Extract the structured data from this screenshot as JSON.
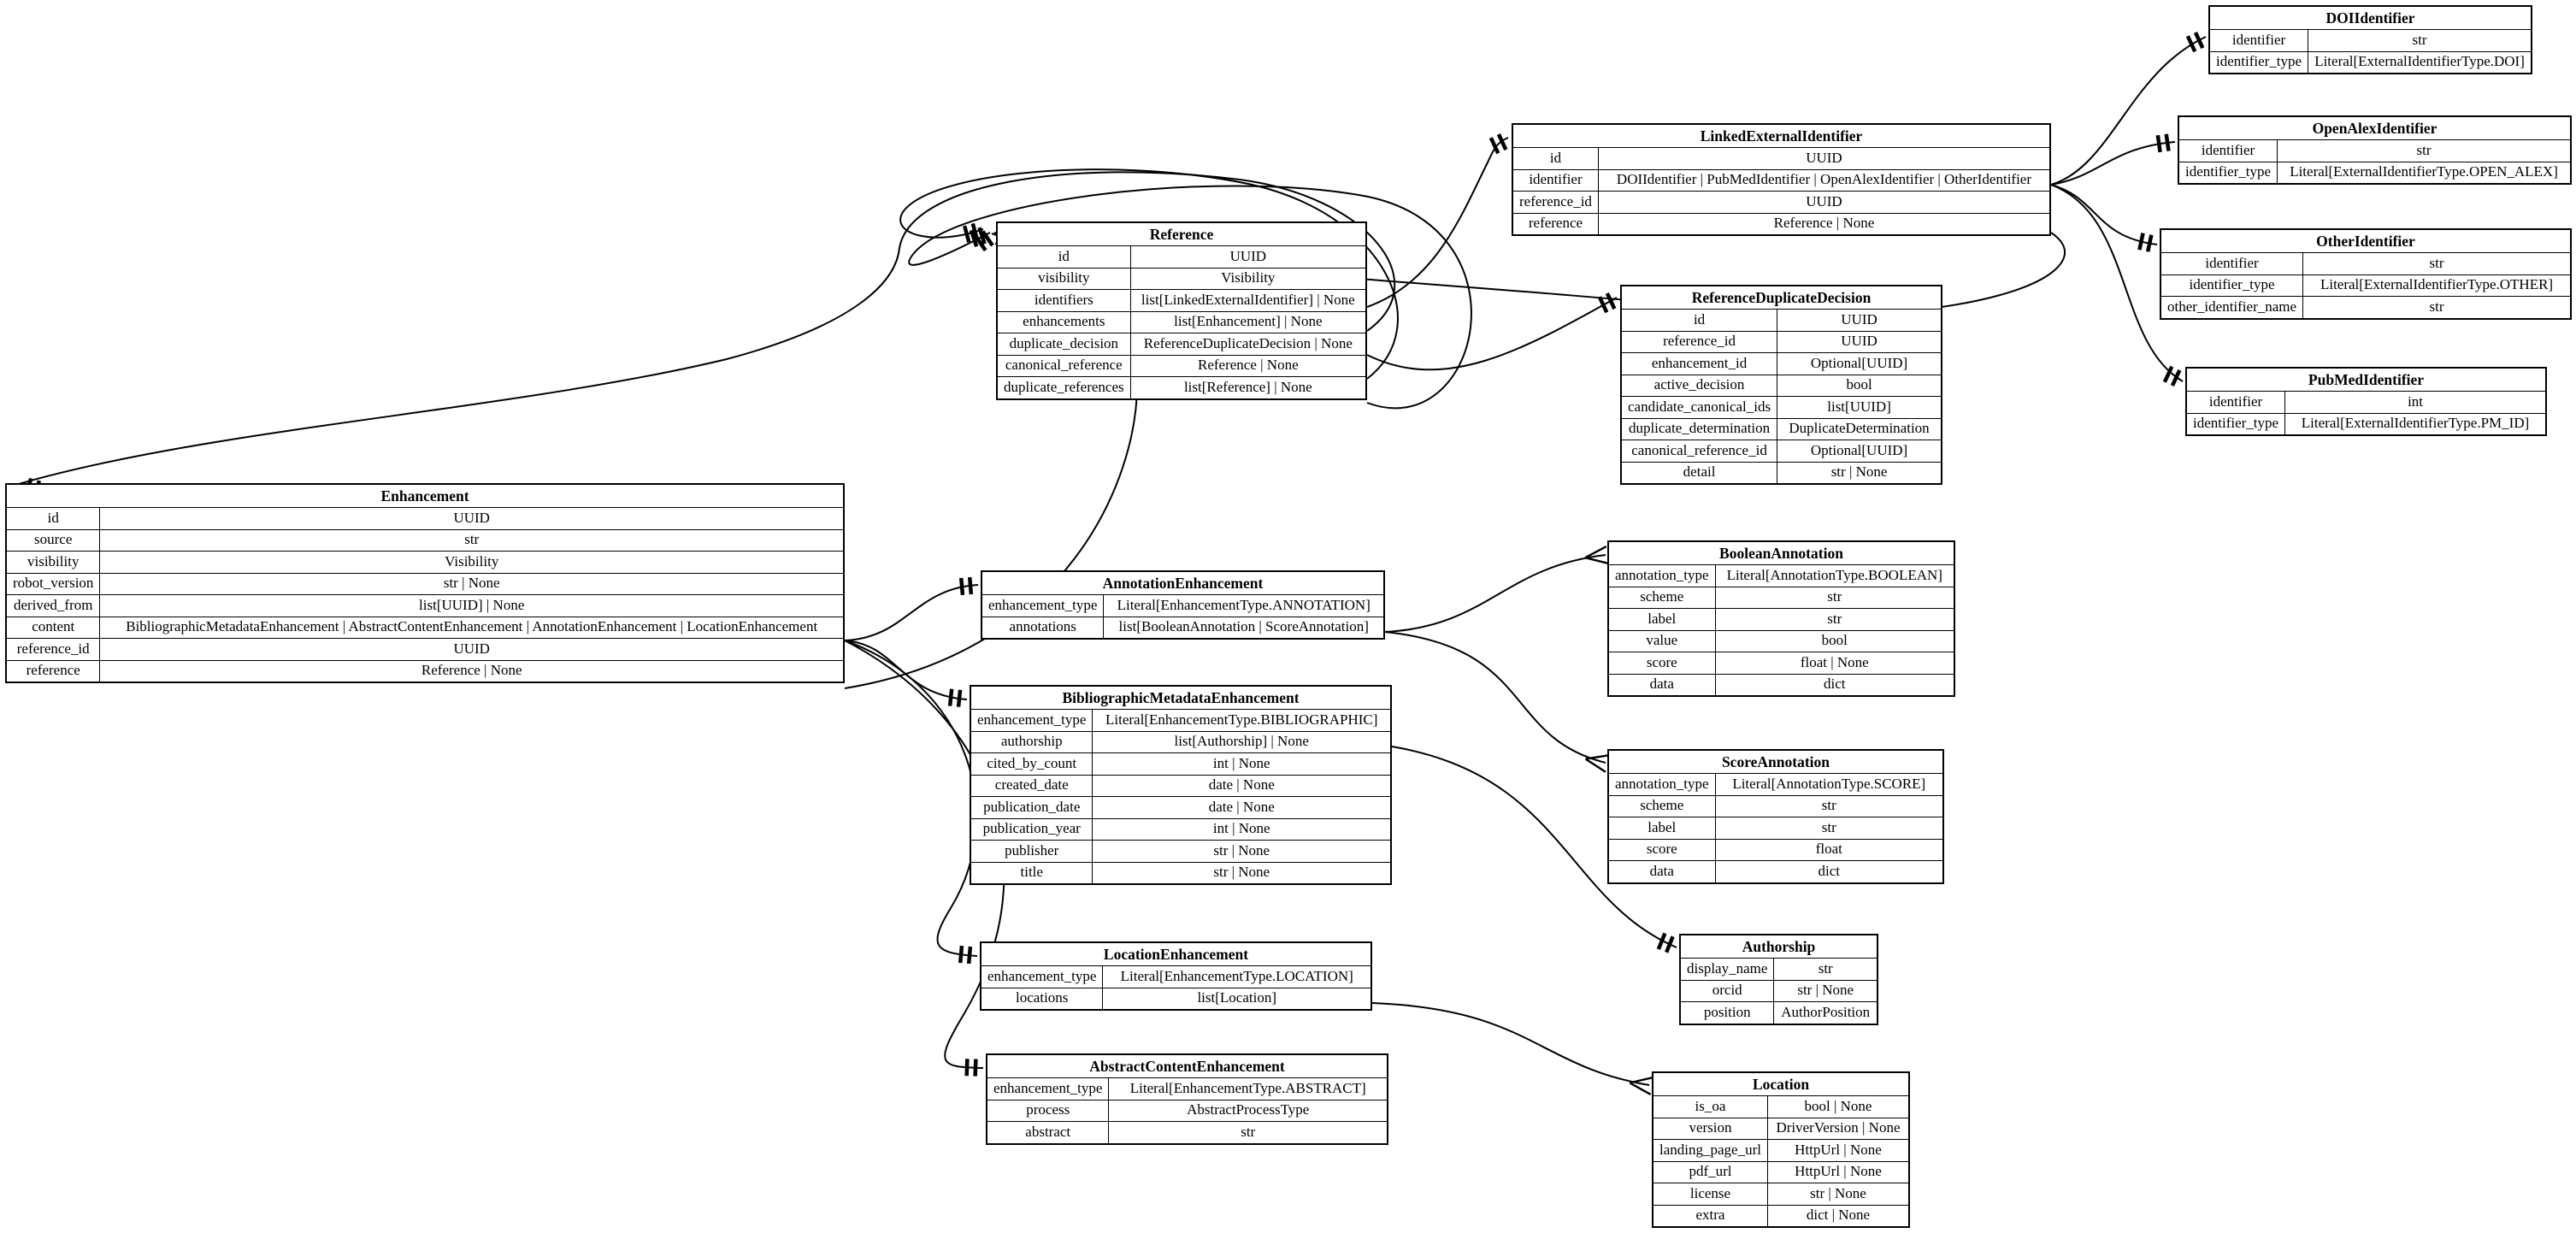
{
  "diagram": {
    "background_color": "#ffffff",
    "line_color": "#000000",
    "entities": [
      {
        "id": "reference",
        "title": "Reference",
        "fields": [
          [
            "id",
            "UUID"
          ],
          [
            "visibility",
            "Visibility"
          ],
          [
            "identifiers",
            "list[LinkedExternalIdentifier] | None"
          ],
          [
            "enhancements",
            "list[Enhancement] | None"
          ],
          [
            "duplicate_decision",
            "ReferenceDuplicateDecision | None"
          ],
          [
            "canonical_reference",
            "Reference | None"
          ],
          [
            "duplicate_references",
            "list[Reference] | None"
          ]
        ]
      },
      {
        "id": "linked-external-identifier",
        "title": "LinkedExternalIdentifier",
        "fields": [
          [
            "id",
            "UUID"
          ],
          [
            "identifier",
            "DOIIdentifier | PubMedIdentifier | OpenAlexIdentifier | OtherIdentifier"
          ],
          [
            "reference_id",
            "UUID"
          ],
          [
            "reference",
            "Reference | None"
          ]
        ]
      },
      {
        "id": "doi-identifier",
        "title": "DOIIdentifier",
        "fields": [
          [
            "identifier",
            "str"
          ],
          [
            "identifier_type",
            "Literal[ExternalIdentifierType.DOI]"
          ]
        ]
      },
      {
        "id": "open-alex-identifier",
        "title": "OpenAlexIdentifier",
        "fields": [
          [
            "identifier",
            "str"
          ],
          [
            "identifier_type",
            "Literal[ExternalIdentifierType.OPEN_ALEX]"
          ]
        ]
      },
      {
        "id": "other-identifier",
        "title": "OtherIdentifier",
        "fields": [
          [
            "identifier",
            "str"
          ],
          [
            "identifier_type",
            "Literal[ExternalIdentifierType.OTHER]"
          ],
          [
            "other_identifier_name",
            "str"
          ]
        ]
      },
      {
        "id": "pubmed-identifier",
        "title": "PubMedIdentifier",
        "fields": [
          [
            "identifier",
            "int"
          ],
          [
            "identifier_type",
            "Literal[ExternalIdentifierType.PM_ID]"
          ]
        ]
      },
      {
        "id": "reference-duplicate-decision",
        "title": "ReferenceDuplicateDecision",
        "fields": [
          [
            "id",
            "UUID"
          ],
          [
            "reference_id",
            "UUID"
          ],
          [
            "enhancement_id",
            "Optional[UUID]"
          ],
          [
            "active_decision",
            "bool"
          ],
          [
            "candidate_canonical_ids",
            "list[UUID]"
          ],
          [
            "duplicate_determination",
            "DuplicateDetermination"
          ],
          [
            "canonical_reference_id",
            "Optional[UUID]"
          ],
          [
            "detail",
            "str | None"
          ]
        ]
      },
      {
        "id": "enhancement",
        "title": "Enhancement",
        "fields": [
          [
            "id",
            "UUID"
          ],
          [
            "source",
            "str"
          ],
          [
            "visibility",
            "Visibility"
          ],
          [
            "robot_version",
            "str | None"
          ],
          [
            "derived_from",
            "list[UUID] | None"
          ],
          [
            "content",
            "BibliographicMetadataEnhancement | AbstractContentEnhancement | AnnotationEnhancement | LocationEnhancement"
          ],
          [
            "reference_id",
            "UUID"
          ],
          [
            "reference",
            "Reference | None"
          ]
        ]
      },
      {
        "id": "annotation-enhancement",
        "title": "AnnotationEnhancement",
        "fields": [
          [
            "enhancement_type",
            "Literal[EnhancementType.ANNOTATION]"
          ],
          [
            "annotations",
            "list[BooleanAnnotation | ScoreAnnotation]"
          ]
        ]
      },
      {
        "id": "bibliographic-metadata-enhancement",
        "title": "BibliographicMetadataEnhancement",
        "fields": [
          [
            "enhancement_type",
            "Literal[EnhancementType.BIBLIOGRAPHIC]"
          ],
          [
            "authorship",
            "list[Authorship] | None"
          ],
          [
            "cited_by_count",
            "int | None"
          ],
          [
            "created_date",
            "date | None"
          ],
          [
            "publication_date",
            "date | None"
          ],
          [
            "publication_year",
            "int | None"
          ],
          [
            "publisher",
            "str | None"
          ],
          [
            "title",
            "str | None"
          ]
        ]
      },
      {
        "id": "location-enhancement",
        "title": "LocationEnhancement",
        "fields": [
          [
            "enhancement_type",
            "Literal[EnhancementType.LOCATION]"
          ],
          [
            "locations",
            "list[Location]"
          ]
        ]
      },
      {
        "id": "abstract-content-enhancement",
        "title": "AbstractContentEnhancement",
        "fields": [
          [
            "enhancement_type",
            "Literal[EnhancementType.ABSTRACT]"
          ],
          [
            "process",
            "AbstractProcessType"
          ],
          [
            "abstract",
            "str"
          ]
        ]
      },
      {
        "id": "boolean-annotation",
        "title": "BooleanAnnotation",
        "fields": [
          [
            "annotation_type",
            "Literal[AnnotationType.BOOLEAN]"
          ],
          [
            "scheme",
            "str"
          ],
          [
            "label",
            "str"
          ],
          [
            "value",
            "bool"
          ],
          [
            "score",
            "float | None"
          ],
          [
            "data",
            "dict"
          ]
        ]
      },
      {
        "id": "score-annotation",
        "title": "ScoreAnnotation",
        "fields": [
          [
            "annotation_type",
            "Literal[AnnotationType.SCORE]"
          ],
          [
            "scheme",
            "str"
          ],
          [
            "label",
            "str"
          ],
          [
            "score",
            "float"
          ],
          [
            "data",
            "dict"
          ]
        ]
      },
      {
        "id": "authorship",
        "title": "Authorship",
        "fields": [
          [
            "display_name",
            "str"
          ],
          [
            "orcid",
            "str | None"
          ],
          [
            "position",
            "AuthorPosition"
          ]
        ]
      },
      {
        "id": "location",
        "title": "Location",
        "fields": [
          [
            "is_oa",
            "bool | None"
          ],
          [
            "version",
            "DriverVersion | None"
          ],
          [
            "landing_page_url",
            "HttpUrl | None"
          ],
          [
            "pdf_url",
            "HttpUrl | None"
          ],
          [
            "license",
            "str | None"
          ],
          [
            "extra",
            "dict | None"
          ]
        ]
      }
    ],
    "relationships": [
      {
        "from": "Reference.identifiers",
        "to": "LinkedExternalIdentifier",
        "cardinality": "one"
      },
      {
        "from": "Reference.enhancements",
        "to": "Enhancement",
        "cardinality": "one"
      },
      {
        "from": "Reference.duplicate_decision",
        "to": "ReferenceDuplicateDecision",
        "cardinality": "one"
      },
      {
        "from": "Reference.canonical_reference",
        "to": "Reference",
        "cardinality": "one"
      },
      {
        "from": "Reference.duplicate_references",
        "to": "Reference",
        "cardinality": "one"
      },
      {
        "from": "LinkedExternalIdentifier.identifier",
        "to": "DOIIdentifier",
        "cardinality": "one"
      },
      {
        "from": "LinkedExternalIdentifier.identifier",
        "to": "OpenAlexIdentifier",
        "cardinality": "one"
      },
      {
        "from": "LinkedExternalIdentifier.identifier",
        "to": "OtherIdentifier",
        "cardinality": "one"
      },
      {
        "from": "LinkedExternalIdentifier.identifier",
        "to": "PubMedIdentifier",
        "cardinality": "one"
      },
      {
        "from": "LinkedExternalIdentifier.reference",
        "to": "Reference",
        "cardinality": "one"
      },
      {
        "from": "Enhancement.content",
        "to": "AnnotationEnhancement",
        "cardinality": "one"
      },
      {
        "from": "Enhancement.content",
        "to": "BibliographicMetadataEnhancement",
        "cardinality": "one"
      },
      {
        "from": "Enhancement.content",
        "to": "LocationEnhancement",
        "cardinality": "one"
      },
      {
        "from": "Enhancement.content",
        "to": "AbstractContentEnhancement",
        "cardinality": "one"
      },
      {
        "from": "Enhancement.reference",
        "to": "Reference",
        "cardinality": "one"
      },
      {
        "from": "AnnotationEnhancement.annotations",
        "to": "BooleanAnnotation",
        "cardinality": "many"
      },
      {
        "from": "AnnotationEnhancement.annotations",
        "to": "ScoreAnnotation",
        "cardinality": "many"
      },
      {
        "from": "BibliographicMetadataEnhancement.authorship",
        "to": "Authorship",
        "cardinality": "one"
      },
      {
        "from": "LocationEnhancement.locations",
        "to": "Location",
        "cardinality": "many"
      }
    ]
  }
}
